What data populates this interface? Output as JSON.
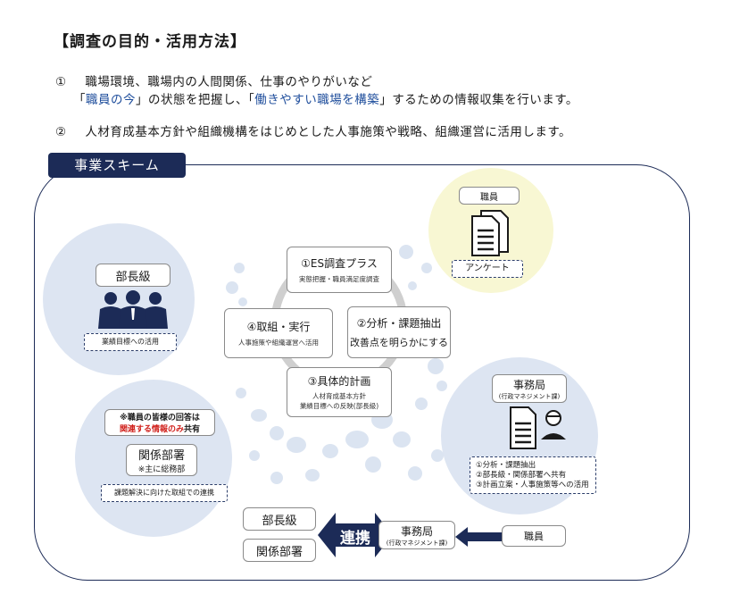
{
  "heading": "【調査の目的・活用方法】",
  "purpose": {
    "item1_num": "①",
    "item1_line1": "職場環境、職場内の人間関係、仕事のやりがいなど",
    "item1_line2_a": "「",
    "item1_line2_hl1": "職員の今",
    "item1_line2_b": "」の状態を把握し、「",
    "item1_line2_hl2": "働きやすい職場を構築",
    "item1_line2_c": "」するための情報収集を行います。",
    "item2_num": "②",
    "item2_text": "人材育成基本方針や組織機構をはじめとした人事施策や戦略、組織運営に活用します。"
  },
  "scheme_title": "事業スキーム",
  "staff": {
    "label": "職員",
    "sub": "アンケート"
  },
  "bucho": {
    "label": "部長級",
    "sub": "業績目標への活用"
  },
  "kankei": {
    "note1": "※職員の皆様の回答は",
    "note2_hl": "関連する情報のみ",
    "note2_tail": "共有",
    "label": "関係部署",
    "label_sub": "※主に総務部",
    "sub": "課題解決に向けた取組での連携"
  },
  "jimu": {
    "label": "事務局",
    "label_sub": "(行政マネジメント課)",
    "list": [
      "①分析・課題抽出",
      "②部長級・関係部署へ共有",
      "③計画立案・人事施策等への活用"
    ]
  },
  "cycle": {
    "step1_title": "①ES調査プラス",
    "step1_sub": "実態把握・職員満足度調査",
    "step2_title": "②分析・課題抽出",
    "step2_sub": "改善点を明らかにする",
    "step3_title": "③具体的計画",
    "step3_sub1": "人材育成基本方針",
    "step3_sub2": "業績目標への反映(部長級)",
    "step4_title": "④取組・実行",
    "step4_sub": "人事施策や組織運営へ活用"
  },
  "bottom": {
    "bucho": "部長級",
    "kankei": "関係部署",
    "renkei": "連携",
    "jimu": "事務局",
    "jimu_sub": "(行政マネジメント課)",
    "staff": "職員"
  },
  "colors": {
    "navy": "#1c2b57",
    "blue_text": "#1f4e9c",
    "red_text": "#d0211c",
    "yellow_bubble": "#f8f7d3",
    "blue_bubble": "#dbe4f1"
  }
}
